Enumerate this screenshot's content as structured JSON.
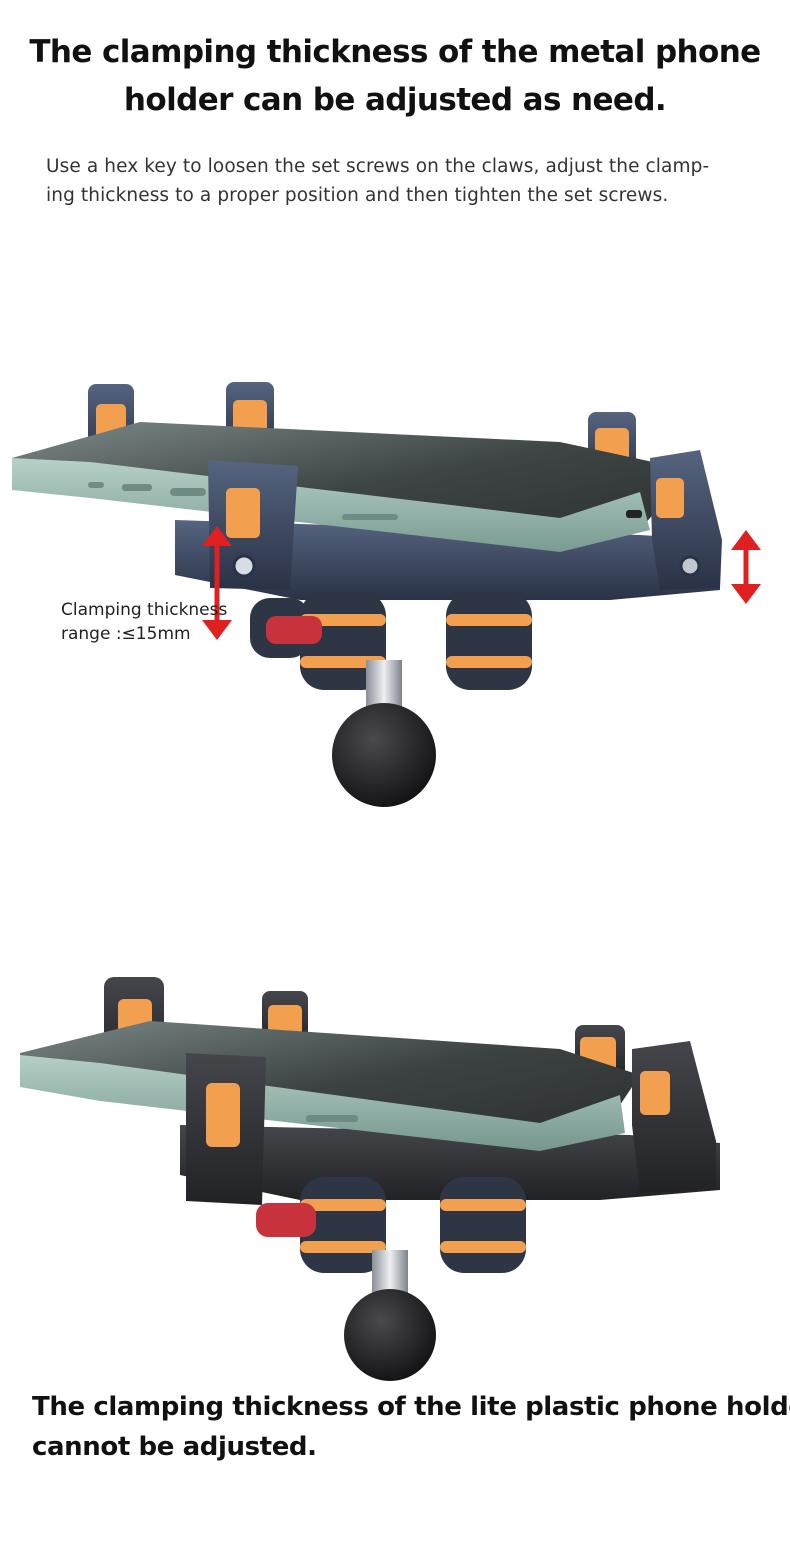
{
  "heading": {
    "line1": "The clamping thickness of the metal phone",
    "line2": "holder can be adjusted as need."
  },
  "description": {
    "line1": "Use a hex key to loosen the set screws on the claws, adjust the clamp-",
    "line2": "ing thickness to a proper position and then tighten the set screws."
  },
  "callout": {
    "line1": "Clamping thickness",
    "line2": "range :≤15mm"
  },
  "footer": {
    "line1": "The clamping thickness of the lite plastic phone holder",
    "line2": "cannot be adjusted."
  },
  "colors": {
    "accent_orange": "#f2a050",
    "arrow_red": "#e02020",
    "knob_red": "#c8323c",
    "metal_blue": "#3c4a66",
    "plastic_dark": "#2f3035",
    "phone_green": "#9bbcb3"
  },
  "icons": [
    "double-arrow-icon"
  ]
}
